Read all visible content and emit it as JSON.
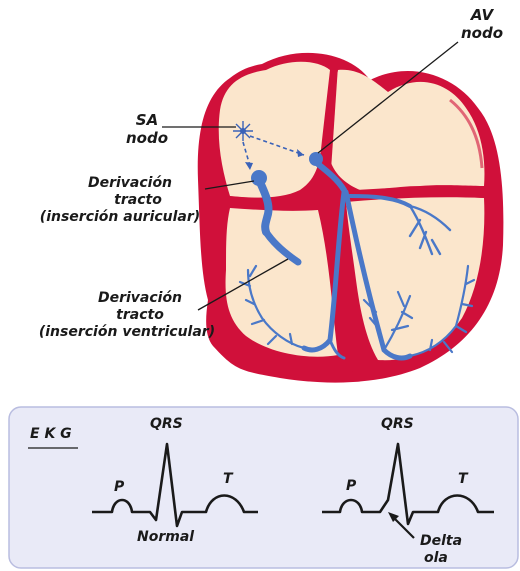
{
  "heart": {
    "sa_label": [
      "SA",
      "nodo"
    ],
    "av_label": [
      "AV",
      "nodo"
    ],
    "atrial_tract_label": [
      "Derivación",
      "tracto",
      "(inserción auricular)"
    ],
    "ventricular_tract_label": [
      "Derivación",
      "tracto",
      "(inserción ventricular)"
    ]
  },
  "ekg": {
    "title": "E K G",
    "normal": {
      "p": "P",
      "qrs": "QRS",
      "t": "T",
      "caption": "Normal"
    },
    "wpw": {
      "p": "P",
      "qrs": "QRS",
      "t": "T",
      "delta_label": [
        "Delta",
        "ola"
      ]
    }
  },
  "colors": {
    "myocardium": "#d0103a",
    "chamber": "#fbe6cc",
    "conduction": "#4a78c8",
    "panel": "#e9eaf7"
  }
}
